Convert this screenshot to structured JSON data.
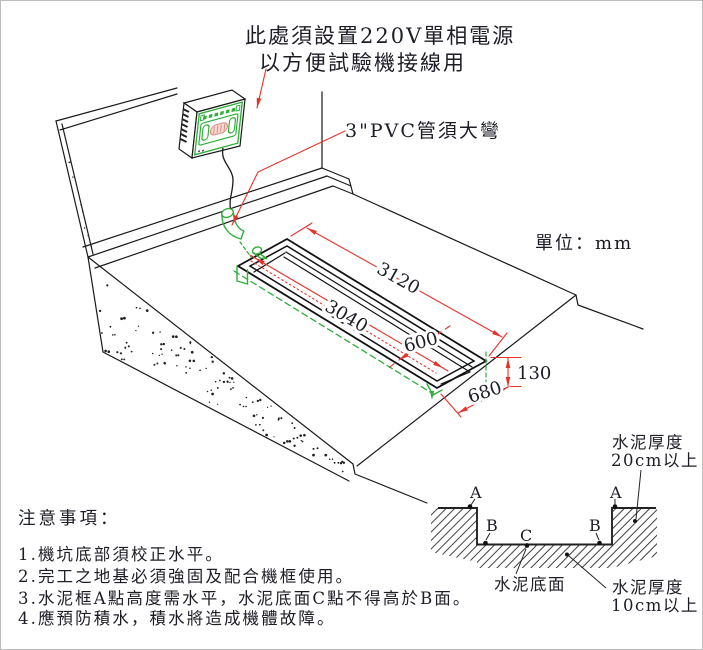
{
  "annotations": {
    "power_note_line1": "此處須設置220V單相電源",
    "power_note_line2": "以方便試驗機接線用",
    "pvc_label": "3\"PVC管須大彎",
    "unit_label": "單位：mm"
  },
  "dimensions": {
    "outer_length": "3120",
    "inner_length": "3040",
    "inner_width": "600",
    "edge_height": "130",
    "edge_width": "680"
  },
  "section": {
    "point_a": "A",
    "point_b": "B",
    "point_c": "C",
    "thickness_top_line1": "水泥厚度",
    "thickness_top_line2": "20cm以上",
    "bottom_label": "水泥底面",
    "thickness_bottom_line1": "水泥厚度",
    "thickness_bottom_line2": "10cm以上"
  },
  "notes": {
    "title": "注意事項：",
    "items": [
      "1.機坑底部須校正水平。",
      "2.完工之地基必須強固及配合機框使用。",
      "3.水泥框A點高度需水平，水泥底面C點不得高於B面。",
      "4.應預防積水，積水將造成機體故障。"
    ]
  },
  "colors": {
    "line": "#1a1a1a",
    "dimension_red": "#e2342b",
    "pipe_green": "#2fae3a",
    "terminal_pink": "#d9837a"
  }
}
